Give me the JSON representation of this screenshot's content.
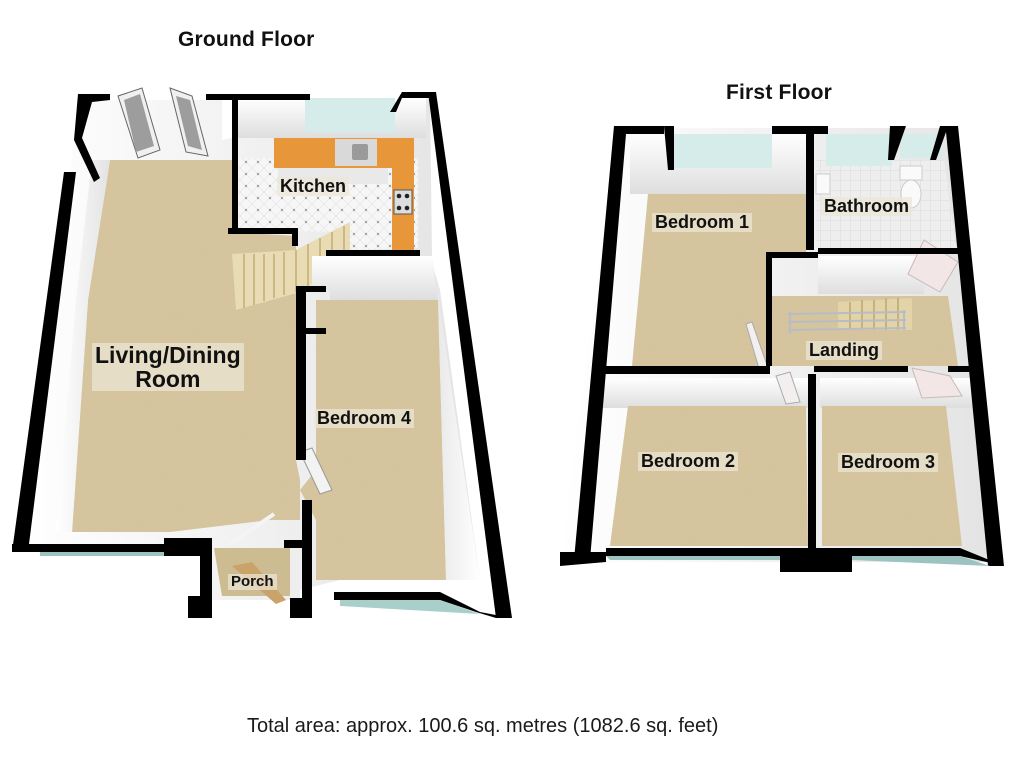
{
  "ground_floor": {
    "title": "Ground Floor",
    "rooms": {
      "living_dining": {
        "line1": "Living/Dining",
        "line2": "Room"
      },
      "kitchen": "Kitchen",
      "bedroom4": "Bedroom 4",
      "porch": "Porch"
    }
  },
  "first_floor": {
    "title": "First Floor",
    "rooms": {
      "bedroom1": "Bedroom 1",
      "bathroom": "Bathroom",
      "landing": "Landing",
      "bedroom2": "Bedroom 2",
      "bedroom3": "Bedroom 3"
    }
  },
  "footer": {
    "total_area": "Total area: approx. 100.6 sq. metres (1082.6 sq. feet)"
  },
  "colors": {
    "wall": "#000000",
    "carpet": "#d8c7a0",
    "inner_wall": "#f2f2f2",
    "window_glass": "#cfe6e4",
    "kitchen_worktop": "#e8963a",
    "kitchen_floor": "#f4f4f4"
  }
}
